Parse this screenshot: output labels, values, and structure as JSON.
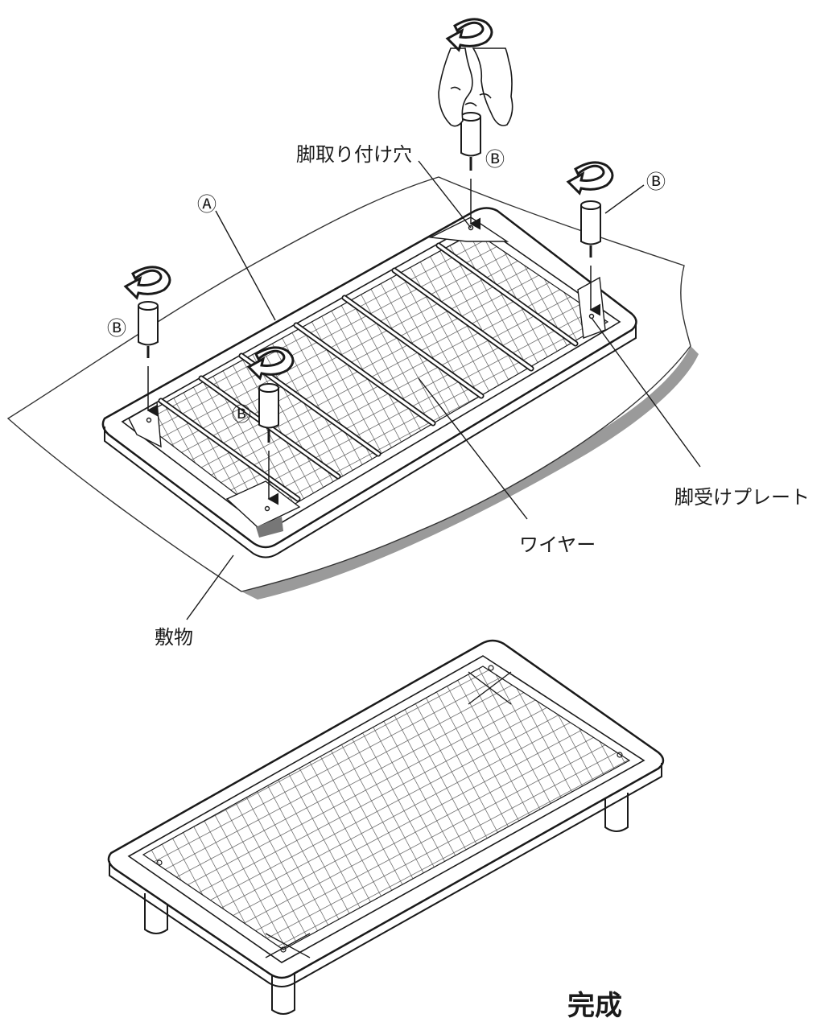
{
  "labels": {
    "leg_mount_hole": "脚取り付け穴",
    "part_a": "Ⓐ",
    "part_b": "Ⓑ",
    "leg_plate": "脚受けプレート",
    "wire": "ワイヤー",
    "sheet": "敷物",
    "complete": "完成"
  }
}
